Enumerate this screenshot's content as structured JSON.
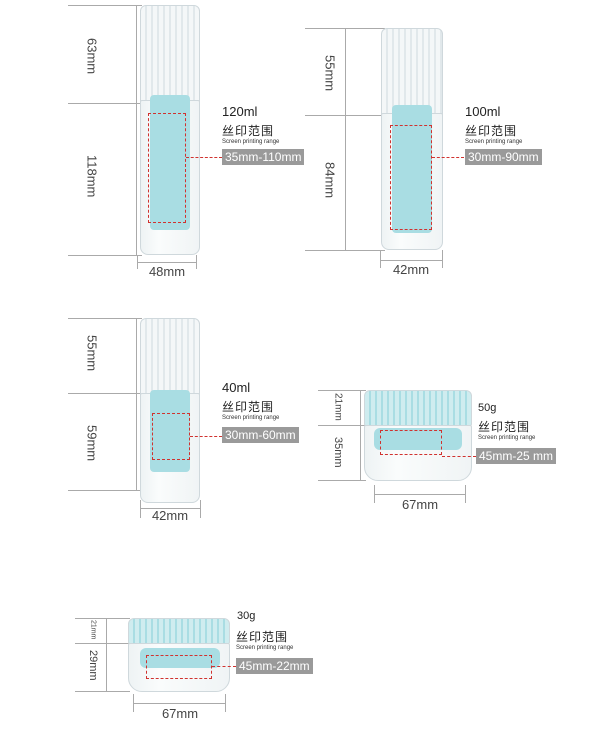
{
  "products": [
    {
      "volume": "120ml",
      "cn": "丝印范围",
      "en": "Screen printing range",
      "range": "35mm-110mm",
      "top_h": "63mm",
      "body_h": "118mm",
      "width": "48mm"
    },
    {
      "volume": "100ml",
      "cn": "丝印范围",
      "en": "Screen printing range",
      "range": "30mm-90mm",
      "top_h": "55mm",
      "body_h": "84mm",
      "width": "42mm"
    },
    {
      "volume": "40ml",
      "cn": "丝印范围",
      "en": "Screen printing range",
      "range": "30mm-60mm",
      "top_h": "55mm",
      "body_h": "59mm",
      "width": "42mm"
    },
    {
      "volume": "50g",
      "cn": "丝印范围",
      "en": "Screen printing range",
      "range": "45mm-25 mm",
      "top_h": "21mm",
      "body_h": "35mm",
      "width": "67mm"
    },
    {
      "volume": "30g",
      "cn": "丝印范围",
      "en": "Screen printing range",
      "range": "45mm-22mm",
      "top_h": "21mm",
      "body_h": "29mm",
      "width": "67mm"
    }
  ],
  "colors": {
    "print_area": "#d0322f",
    "badge": "#9a9a9a",
    "liquid": "#a9dde3"
  }
}
